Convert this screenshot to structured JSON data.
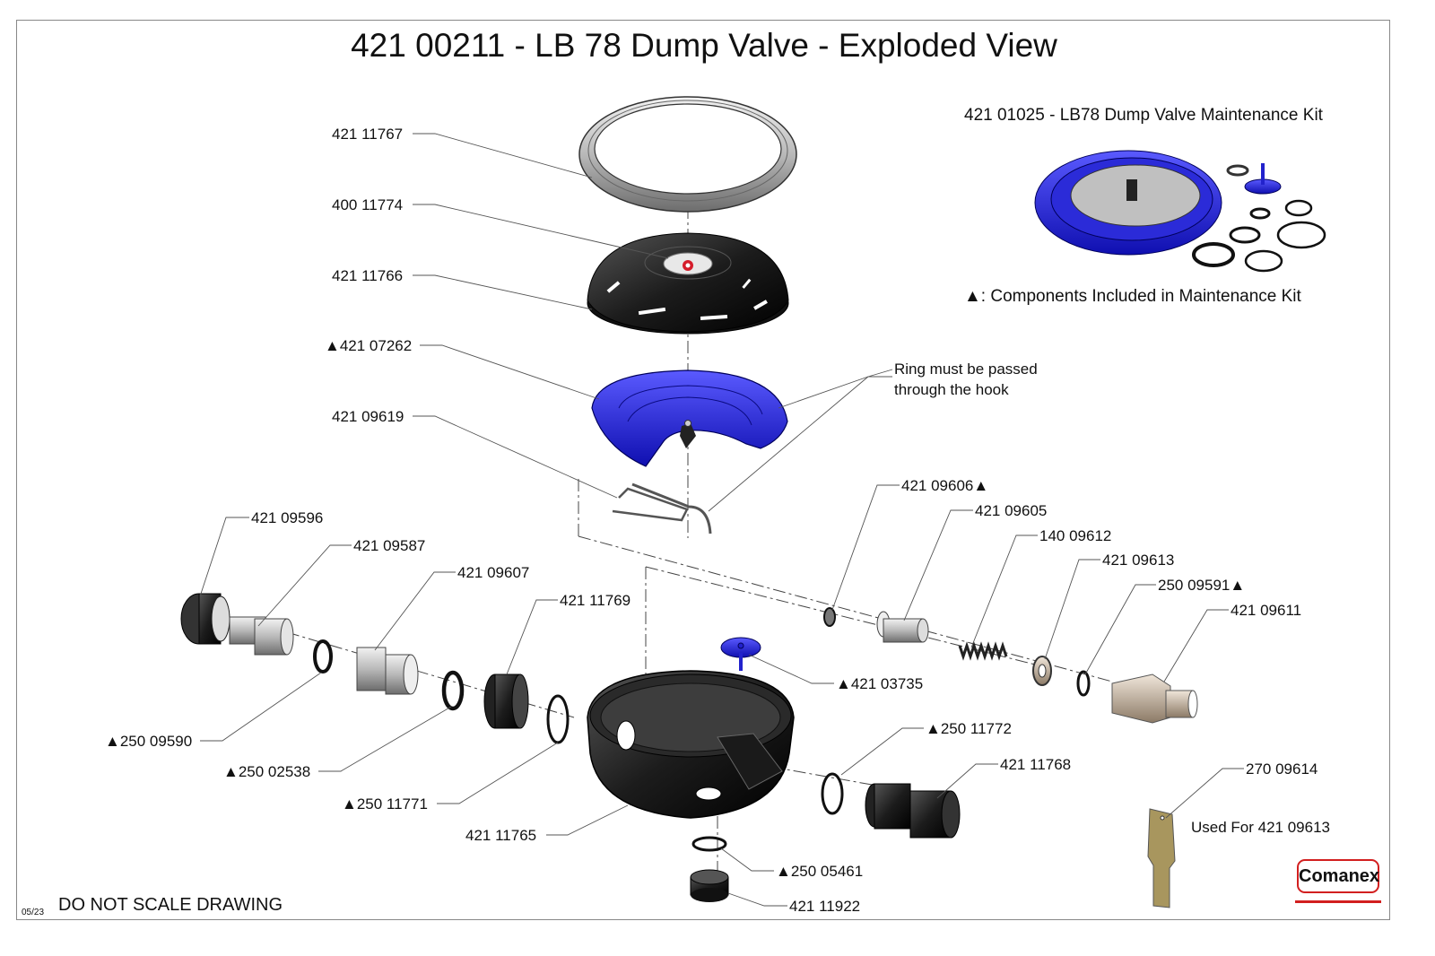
{
  "title": "421 00211 - LB 78 Dump Valve - Exploded View",
  "kit_title": "421 01025 - LB78 Dump Valve Maintenance Kit",
  "kit_legend": "▲: Components Included in Maintenance Kit",
  "note": "Ring must be passed through the hook",
  "used_for": "Used For 421 09613",
  "footer": "DO NOT SCALE DRAWING",
  "date_code": "05/23",
  "logo": "Comanex",
  "colors": {
    "kit_blue": "#1f1fd6",
    "logo_red": "#d21f1f",
    "part_dark": "#1c1c1c",
    "tool": "#9c8a5a"
  },
  "parts": [
    {
      "id": "p1",
      "label": "421 11767"
    },
    {
      "id": "p2",
      "label": "400 11774"
    },
    {
      "id": "p3",
      "label": "421 11766"
    },
    {
      "id": "p4",
      "label": "▲421 07262"
    },
    {
      "id": "p5",
      "label": "421 09619"
    },
    {
      "id": "p6",
      "label": "421 09596"
    },
    {
      "id": "p7",
      "label": "421 09587"
    },
    {
      "id": "p8",
      "label": "421 09607"
    },
    {
      "id": "p9",
      "label": "421 11769"
    },
    {
      "id": "p10",
      "label": "421 09606▲"
    },
    {
      "id": "p11",
      "label": "421 09605"
    },
    {
      "id": "p12",
      "label": "140 09612"
    },
    {
      "id": "p13",
      "label": "421 09613"
    },
    {
      "id": "p14",
      "label": "250 09591▲"
    },
    {
      "id": "p15",
      "label": "421 09611"
    },
    {
      "id": "p16",
      "label": "▲421 03735"
    },
    {
      "id": "p17",
      "label": "▲250 09590"
    },
    {
      "id": "p18",
      "label": "▲250 02538"
    },
    {
      "id": "p19",
      "label": "▲250 11771"
    },
    {
      "id": "p20",
      "label": "421 11765"
    },
    {
      "id": "p21",
      "label": "▲250 11772"
    },
    {
      "id": "p22",
      "label": "421 11768"
    },
    {
      "id": "p23",
      "label": "270 09614"
    },
    {
      "id": "p24",
      "label": "▲250 05461"
    },
    {
      "id": "p25",
      "label": "421 11922"
    }
  ]
}
